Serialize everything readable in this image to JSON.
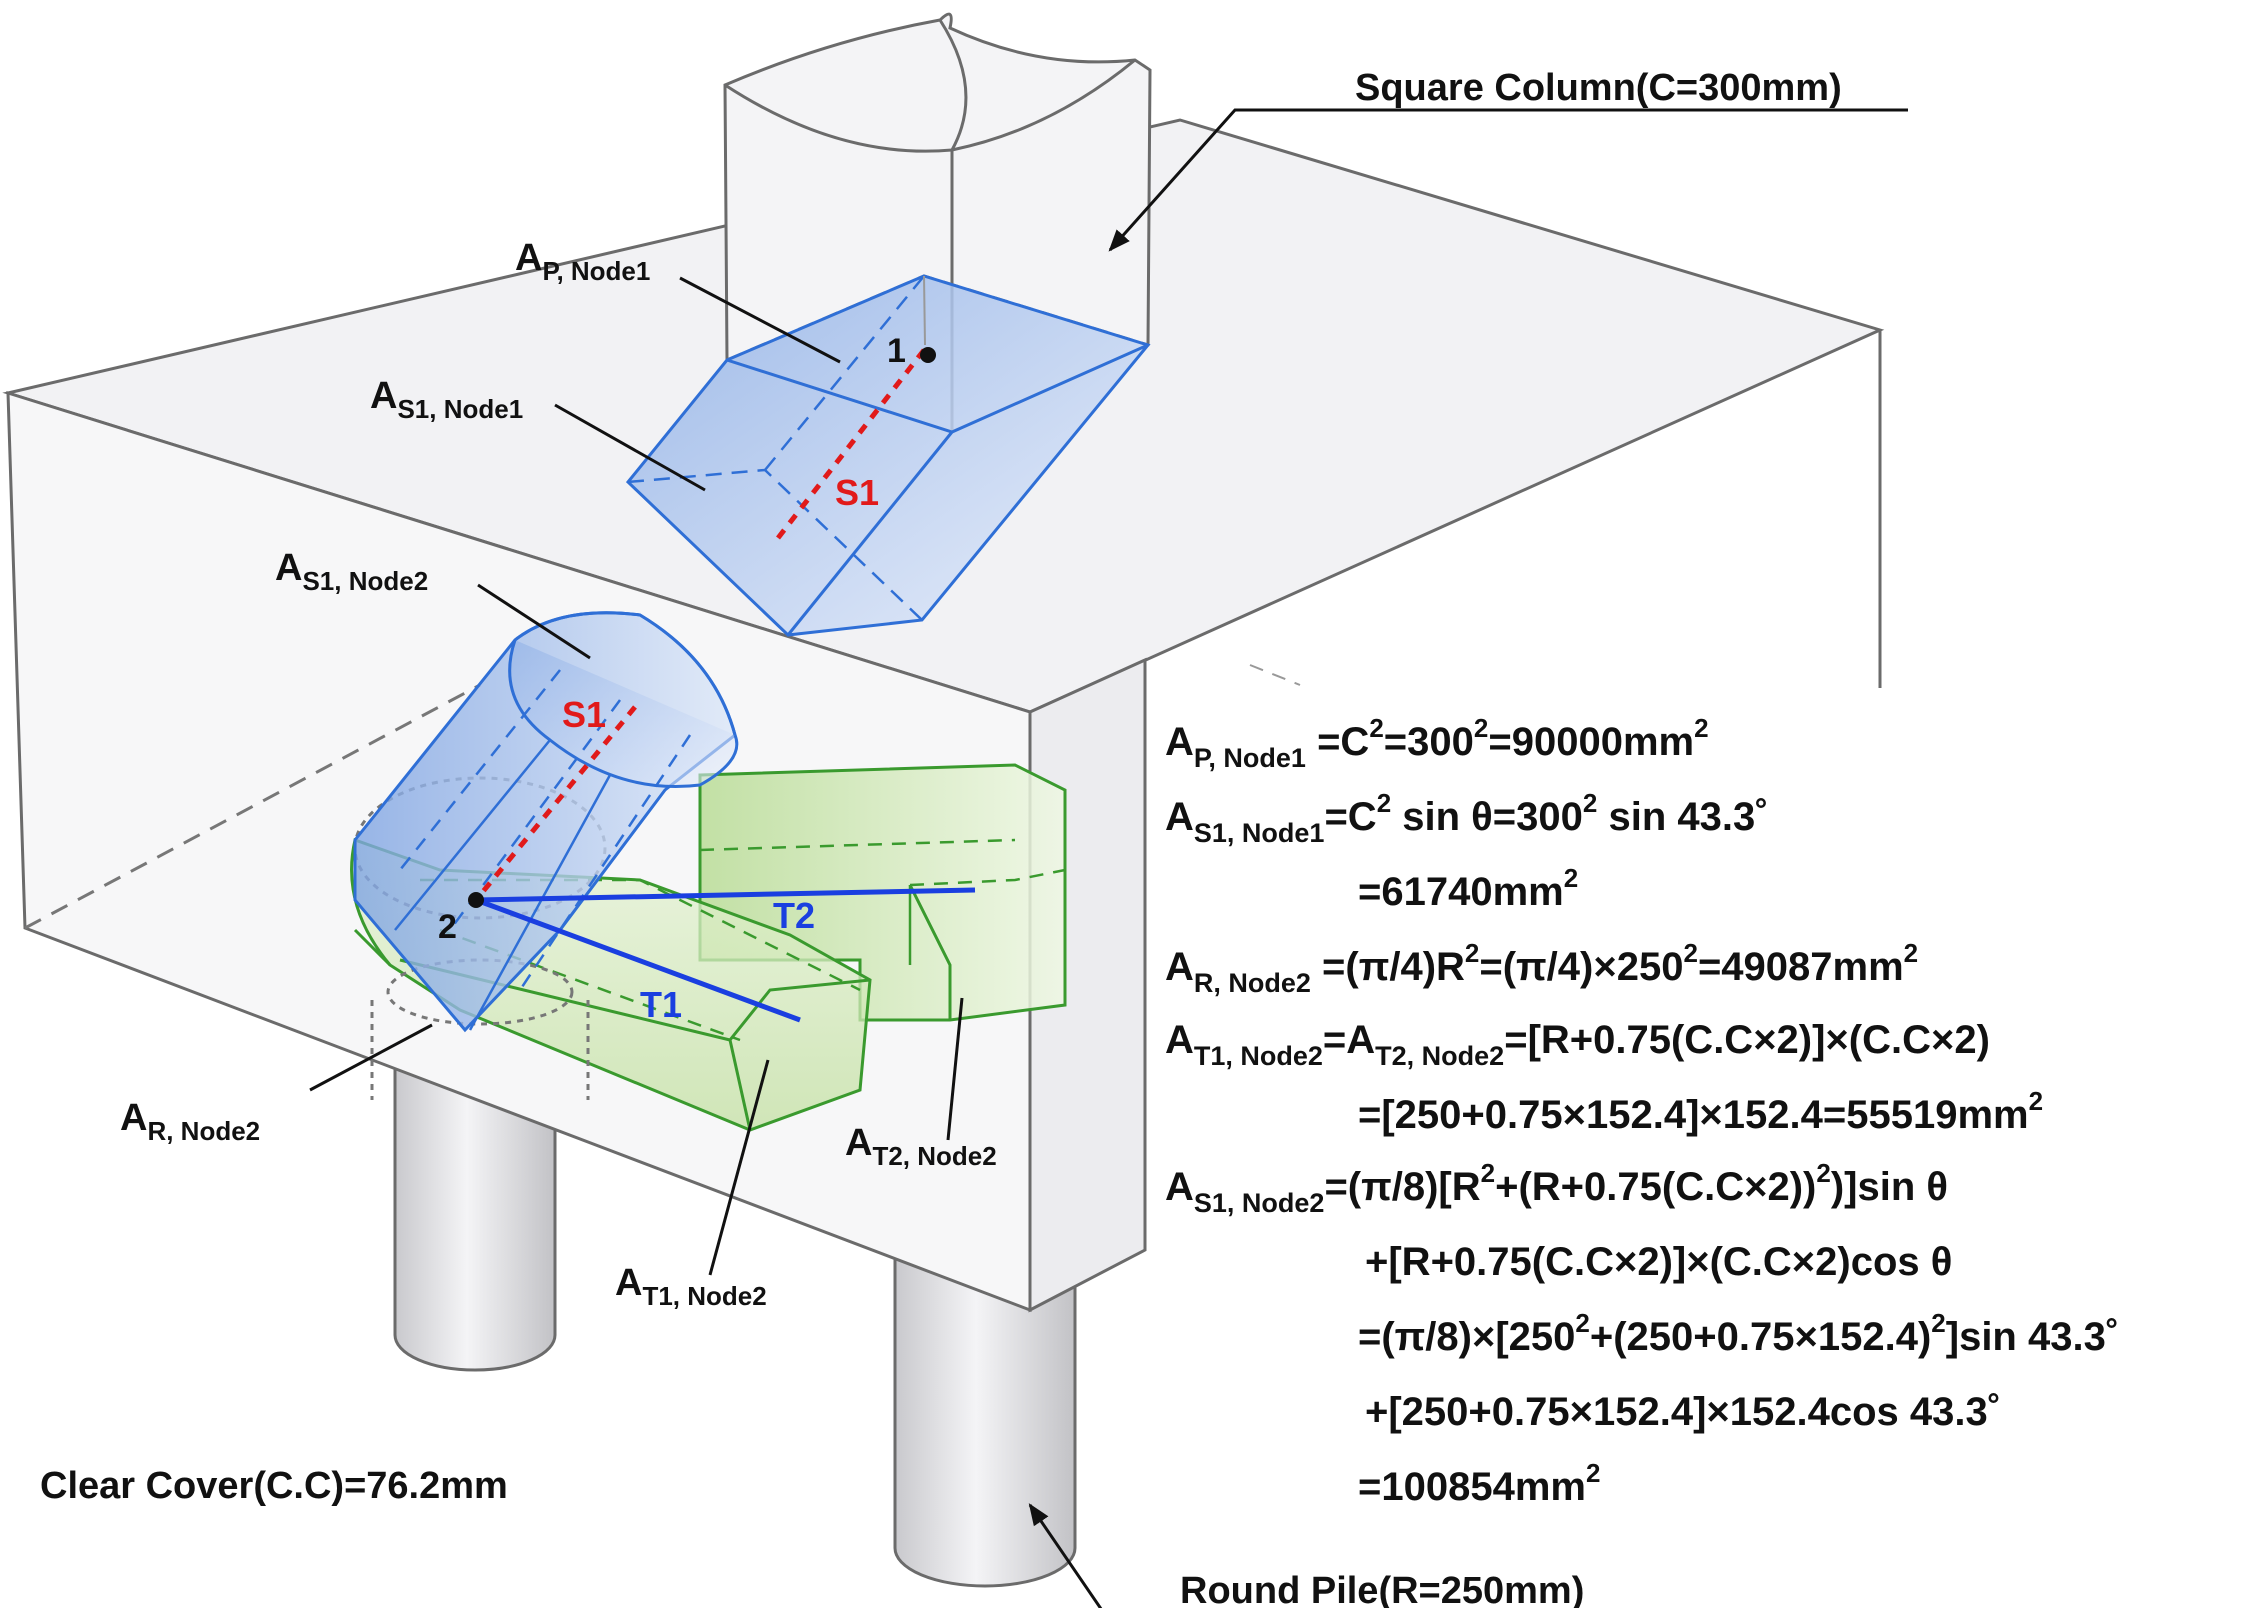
{
  "labels": {
    "square_column": "Square Column(C=300mm)",
    "round_pile": "Round Pile(R=250mm)",
    "clear_cover": "Clear Cover(C.C)=76.2mm",
    "ap_node1": {
      "main": "A",
      "sub": "P, Node1"
    },
    "as1_node1": {
      "main": "A",
      "sub": "S1, Node1"
    },
    "as1_node2": {
      "main": "A",
      "sub": "S1, Node2"
    },
    "ar_node2": {
      "main": "A",
      "sub": "R, Node2"
    },
    "at1_node2": {
      "main": "A",
      "sub": "T1, Node2"
    },
    "at2_node2": {
      "main": "A",
      "sub": "T2, Node2"
    },
    "node1": "1",
    "node2": "2",
    "s1_upper": "S1",
    "s1_lower": "S1",
    "t1": "T1",
    "t2": "T2"
  },
  "equations": {
    "eq1": {
      "a": "A",
      "a_sub": "P, Node1",
      "p1": " =C",
      "s1": "2",
      "p2": "=300",
      "s2": "2",
      "p3": "=90000mm",
      "s3": "2"
    },
    "eq2": {
      "a": "A",
      "a_sub": "S1, Node1",
      "p1": "=C",
      "s1": "2",
      "p2": " sin θ=300",
      "s2": "2",
      "p3": " sin 43.3˚"
    },
    "eq3": {
      "p1": "=61740mm",
      "s1": "2"
    },
    "eq4": {
      "a": "A",
      "a_sub": "R, Node2",
      "p1": " =(π/4)R",
      "s1": "2",
      "p2": "=(π/4)×250",
      "s2": "2",
      "p3": "=49087mm",
      "s3": "2"
    },
    "eq5": {
      "a": "A",
      "a_sub": "T1, Node2",
      "p1": "=A",
      "b_sub": "T2, Node2",
      "p2": "=[R+0.75(C.C×2)]×(C.C×2)"
    },
    "eq6": {
      "p1": "=[250+0.75×152.4]×152.4=55519mm",
      "s1": "2"
    },
    "eq7": {
      "a": "A",
      "a_sub": "S1, Node2",
      "p1": "=(π/8)[R",
      "s1": "2",
      "p2": "+(R+0.75(C.C×2))",
      "s2": "2",
      "p3": ")]sin θ"
    },
    "eq8": {
      "p1": "+[R+0.75(C.C×2)]×(C.C×2)cos θ"
    },
    "eq9": {
      "p1": "=(π/8)×[250",
      "s1": "2",
      "p2": "+(250+0.75×152.4)",
      "s2": "2",
      "p3": "]sin 43.3˚"
    },
    "eq10": {
      "p1": "+[250+0.75×152.4]×152.4cos 43.3˚"
    },
    "eq11": {
      "p1": "=100854mm",
      "s1": "2"
    }
  },
  "colors": {
    "outline": "#6b6b6b",
    "cap_fill": "#f3f3f5",
    "strut_blue": "#2f6fd6",
    "strut_blue_fill": "#a9c3ec",
    "tie_green": "#3a9a2e",
    "tie_green_fill": "#cfe7b4",
    "strut_red": "#e11a1a",
    "tie_blue": "#1a3fe0"
  }
}
